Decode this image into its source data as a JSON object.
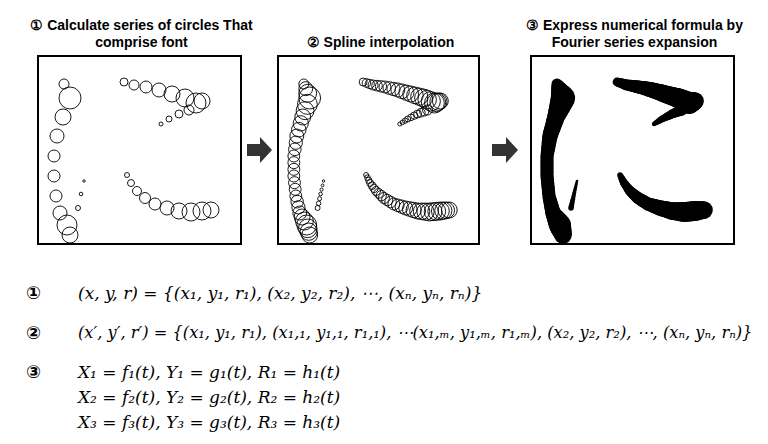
{
  "diagram": {
    "nodes": [
      {
        "text": [
          "① Calculate series of circles That comprise font"
        ]
      },
      {
        "text": [
          "② Spline interpolation"
        ]
      },
      {
        "text": [
          "③ Express numerical formula by Fourier series expansion"
        ]
      }
    ],
    "edges": [
      {
        "from": 0,
        "to": 1,
        "arrow": "to"
      },
      {
        "from": 1,
        "to": 2,
        "arrow": "to"
      }
    ],
    "labels": [
      "①",
      "(x, y, r) = {(x₁, y₁, r₁), (x₂, y₂, r₂), ⋯, (xₙ, yₙ, rₙ)}",
      "②",
      "(x′, y′, r′) = {(x₁, y₁, r₁), (x₁,₁, y₁,₁, r₁,₁), ⋯(x₁,ₘ, y₁,ₘ, r₁,ₘ), (x₂, y₂, r₂), ⋯, (xₙ, yₙ, rₙ)}",
      "③",
      "X₁ = f₁(t), Y₁ = g₁(t), R₁ = h₁(t)",
      "X₂ = f₂(t), Y₂ = g₂(t), R₂ = h₂(t)",
      "X₃ = f₃(t), Y₃ = g₃(t), R₃ = h₃(t)"
    ]
  }
}
